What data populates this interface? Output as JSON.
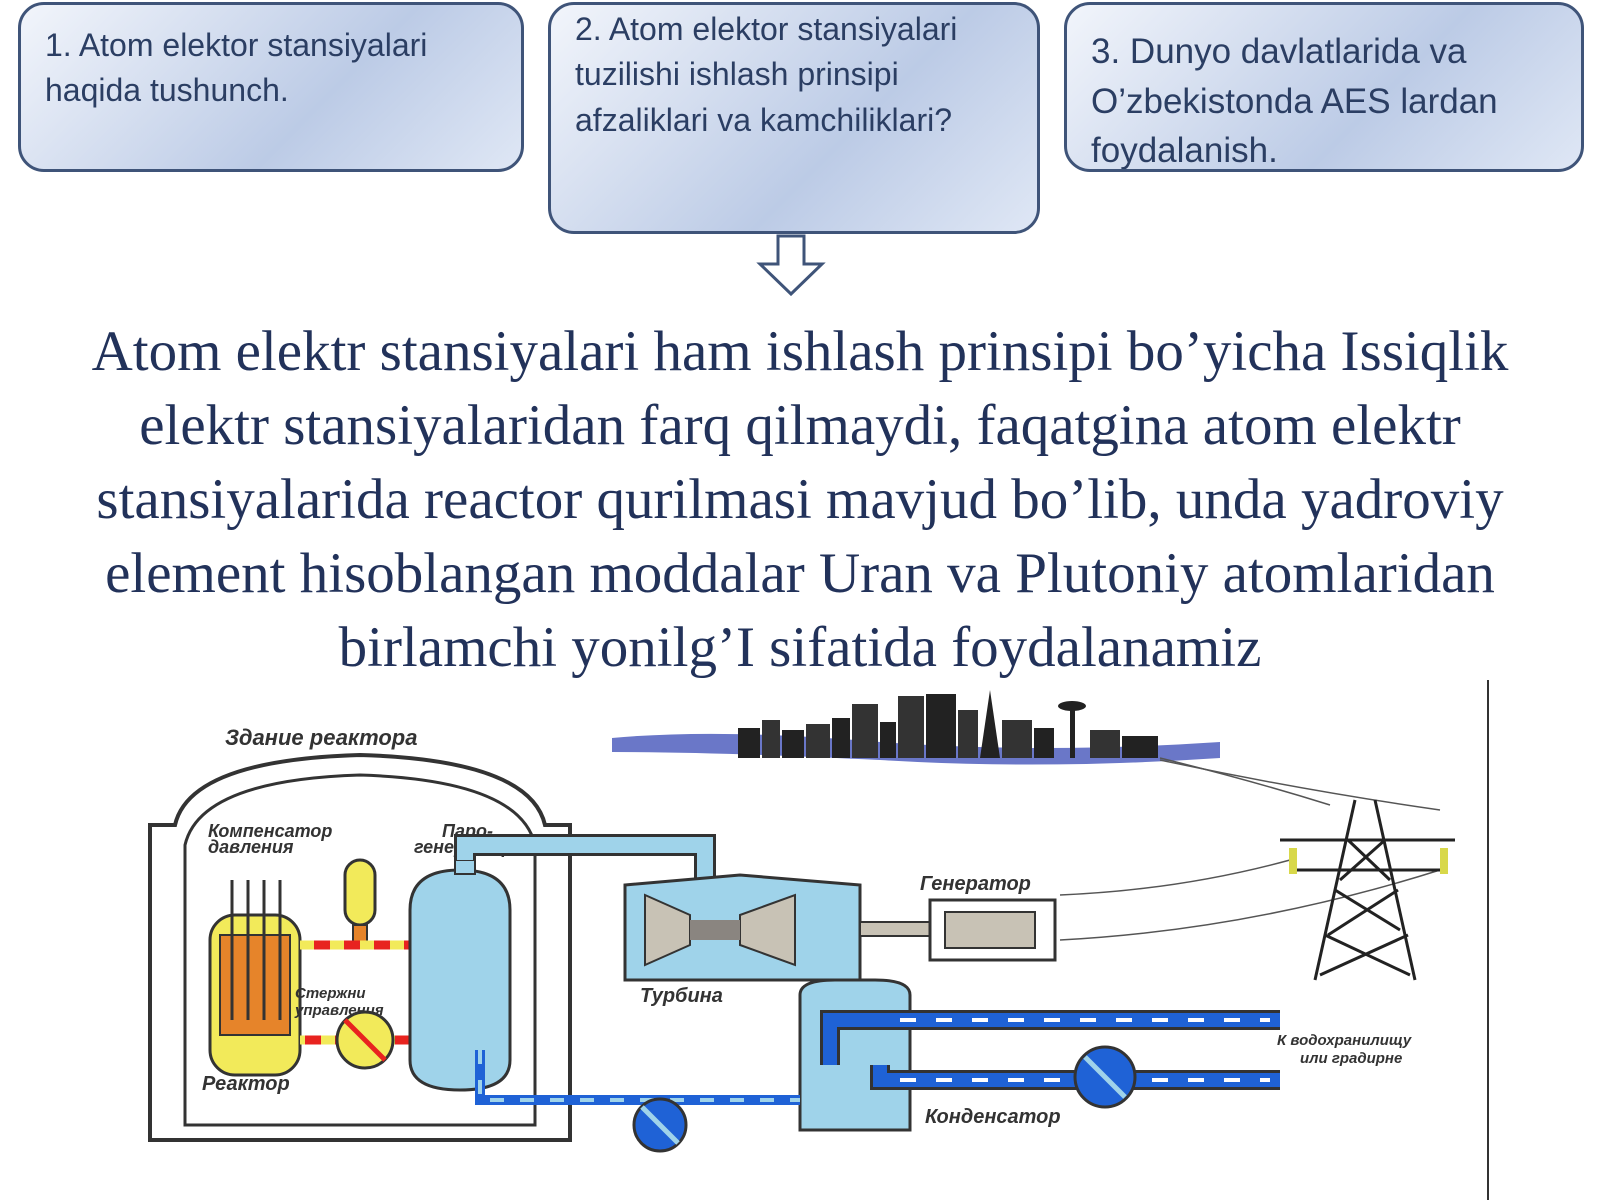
{
  "topics": [
    {
      "text": "1. Atom elektor stansiyalari haqida tushunch."
    },
    {
      "text": "2. Atom elektor stansiyalari tuzilishi ishlash prinsipi afzaliklari va kamchiliklari?"
    },
    {
      "text": "3. Dunyo davlatlarida va O’zbekistonda AES lardan foydalanish."
    }
  ],
  "main_text": "Atom elektr stansiyalari ham ishlash prinsipi bo’yicha Issiqlik elektr stansiyalaridan farq qilmaydi, faqatgina atom elektr stansiyalarida reactor qurilmasi mavjud bo’lib, unda yadroviy element hisoblangan moddalar Uran va Plutoniy atomlaridan birlamchi yonilg’I sifatida foydalanamiz",
  "diagram": {
    "labels": {
      "reactor_building": "Здание реактора",
      "pressurizer_1": "Компенсатор",
      "pressurizer_2": "давления",
      "steam_gen_1": "Паро-",
      "steam_gen_2": "генератор",
      "control_rods_1": "Стержни",
      "control_rods_2": "управления",
      "reactor": "Реактор",
      "generator": "Генератор",
      "turbine": "Турбина",
      "condenser": "Конденсатор",
      "reservoir_1": "К водохранилищу",
      "reservoir_2": "или градирне"
    },
    "colors": {
      "hot_loop": "#e8231f",
      "cold_loop": "#1f62d6",
      "water": "#9fd3ea",
      "reactor_yellow": "#f2ea5a",
      "core_orange": "#e6842a"
    }
  }
}
